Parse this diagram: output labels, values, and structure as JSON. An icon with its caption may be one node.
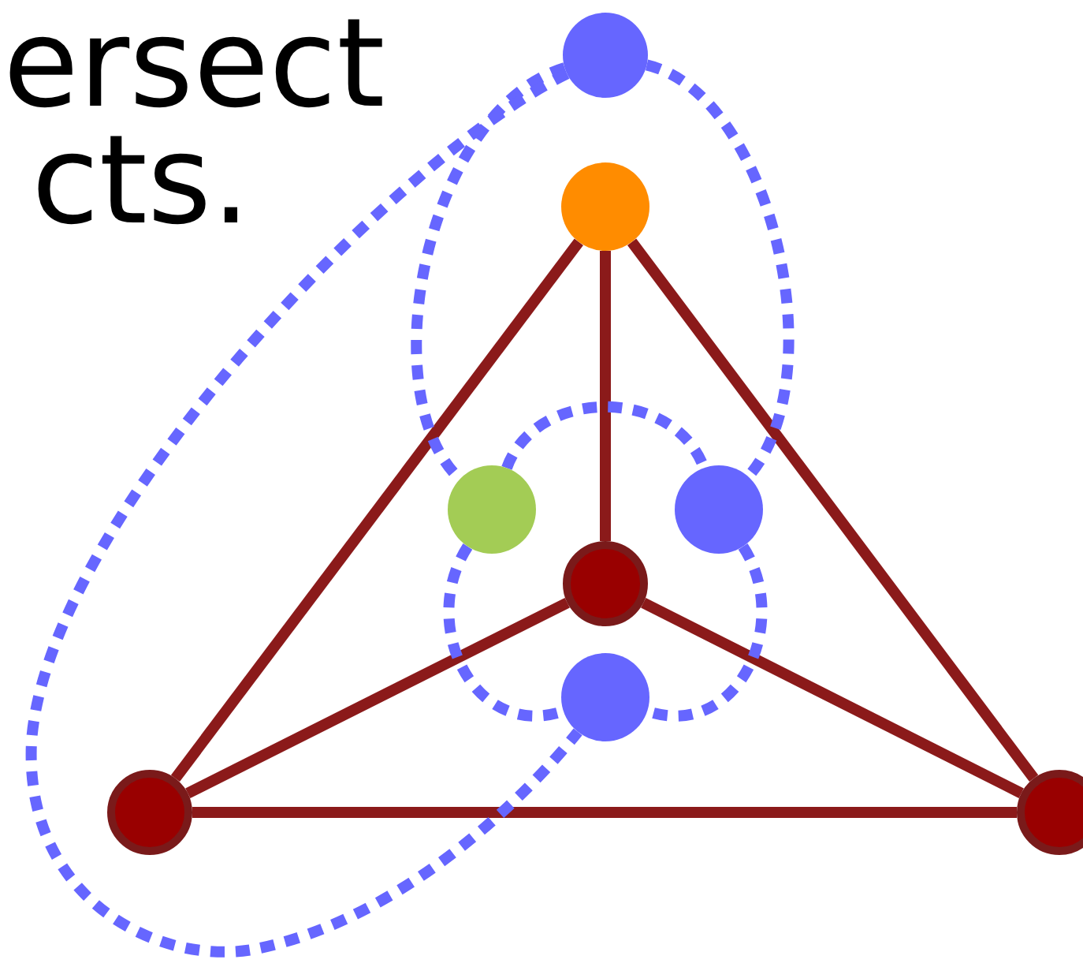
{
  "diagram": {
    "nodes": [
      {
        "text": [],
        "shape": "circle"
      },
      {
        "text": [],
        "shape": "circle"
      },
      {
        "text": [],
        "shape": "circle"
      },
      {
        "text": [],
        "shape": "circle"
      },
      {
        "text": [],
        "shape": "circle"
      },
      {
        "text": [],
        "shape": "circle"
      },
      {
        "text": [],
        "shape": "circle"
      },
      {
        "text": [],
        "shape": "circle"
      }
    ],
    "edges": [
      {
        "from": 1,
        "to": 6,
        "arrow": "none"
      },
      {
        "from": 1,
        "to": 7,
        "arrow": "none"
      },
      {
        "from": 1,
        "to": 4,
        "arrow": "none"
      },
      {
        "from": 4,
        "to": 6,
        "arrow": "none"
      },
      {
        "from": 4,
        "to": 7,
        "arrow": "none"
      },
      {
        "from": 6,
        "to": 7,
        "arrow": "none"
      },
      {
        "from": 0,
        "to": 2,
        "arrow": "none",
        "style": "dashed",
        "color": "#6666ff"
      },
      {
        "from": 0,
        "to": 3,
        "arrow": "none",
        "style": "dashed",
        "color": "#6666ff"
      },
      {
        "from": 0,
        "to": 5,
        "arrow": "none",
        "style": "dashed",
        "color": "#6666ff"
      },
      {
        "from": 2,
        "to": 3,
        "arrow": "none",
        "style": "dashed",
        "color": "#6666ff"
      },
      {
        "from": 2,
        "to": 5,
        "arrow": "none",
        "style": "dashed",
        "color": "#6666ff"
      },
      {
        "from": 3,
        "to": 5,
        "arrow": "none",
        "style": "dashed",
        "color": "#6666ff"
      }
    ],
    "labels": [
      "ersect",
      "cts."
    ]
  }
}
